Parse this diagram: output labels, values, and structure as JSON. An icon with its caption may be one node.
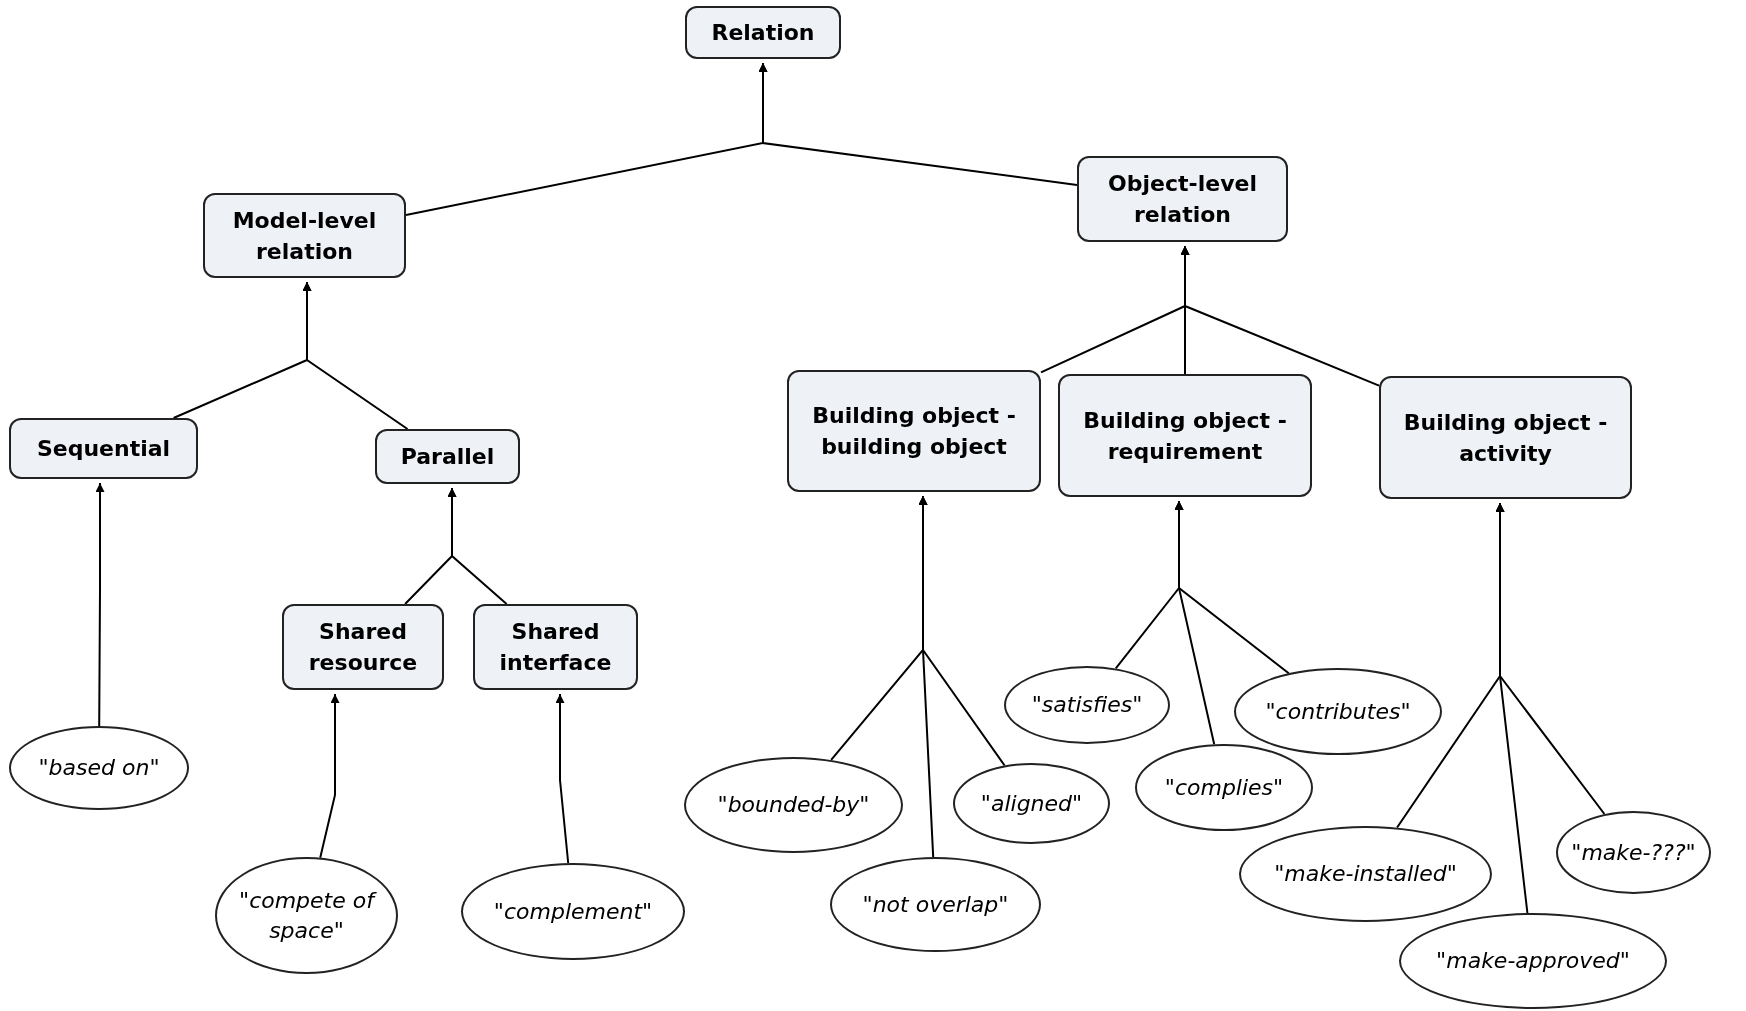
{
  "diagram": {
    "nodes": [
      {
        "text": [
          "Relation"
        ]
      },
      {
        "text": [
          "Model-level relation"
        ]
      },
      {
        "text": [
          "Object-level relation"
        ]
      },
      {
        "text": [
          "Sequential"
        ]
      },
      {
        "text": [
          "Parallel"
        ]
      },
      {
        "text": [
          "Shared resource"
        ]
      },
      {
        "text": [
          "Shared interface"
        ]
      },
      {
        "text": [
          "Building object - building object"
        ]
      },
      {
        "text": [
          "Building object - requirement"
        ]
      },
      {
        "text": [
          "Building object - activity"
        ]
      },
      {
        "text": [
          "\"based on\""
        ]
      },
      {
        "text": [
          "\"compete of space\""
        ]
      },
      {
        "text": [
          "\"complement\""
        ]
      },
      {
        "text": [
          "\"bounded-by\""
        ]
      },
      {
        "text": [
          "\"not overlap\""
        ]
      },
      {
        "text": [
          "\"aligned\""
        ]
      },
      {
        "text": [
          "\"satisfies\""
        ]
      },
      {
        "text": [
          "\"complies\""
        ]
      },
      {
        "text": [
          "\"contributes\""
        ]
      },
      {
        "text": [
          "\"make-installed\""
        ]
      },
      {
        "text": [
          "\"make-approved\""
        ]
      },
      {
        "text": [
          "\"make-???\""
        ]
      }
    ],
    "edges": [
      {
        "from": 1,
        "to": 0,
        "arrow": "to"
      },
      {
        "from": 2,
        "to": 0,
        "arrow": "to"
      },
      {
        "from": 3,
        "to": 1,
        "arrow": "to"
      },
      {
        "from": 4,
        "to": 1,
        "arrow": "to"
      },
      {
        "from": 7,
        "to": 2,
        "arrow": "to"
      },
      {
        "from": 8,
        "to": 2,
        "arrow": "to"
      },
      {
        "from": 9,
        "to": 2,
        "arrow": "to"
      },
      {
        "from": 5,
        "to": 4,
        "arrow": "to"
      },
      {
        "from": 6,
        "to": 4,
        "arrow": "to"
      },
      {
        "from": 10,
        "to": 3,
        "arrow": "to"
      },
      {
        "from": 11,
        "to": 5,
        "arrow": "to"
      },
      {
        "from": 12,
        "to": 6,
        "arrow": "to"
      },
      {
        "from": 13,
        "to": 7,
        "arrow": "to"
      },
      {
        "from": 14,
        "to": 7,
        "arrow": "to"
      },
      {
        "from": 15,
        "to": 7,
        "arrow": "to"
      },
      {
        "from": 16,
        "to": 8,
        "arrow": "to"
      },
      {
        "from": 17,
        "to": 8,
        "arrow": "to"
      },
      {
        "from": 18,
        "to": 8,
        "arrow": "to"
      },
      {
        "from": 19,
        "to": 9,
        "arrow": "to"
      },
      {
        "from": 20,
        "to": 9,
        "arrow": "to"
      },
      {
        "from": 21,
        "to": 9,
        "arrow": "to"
      }
    ]
  }
}
